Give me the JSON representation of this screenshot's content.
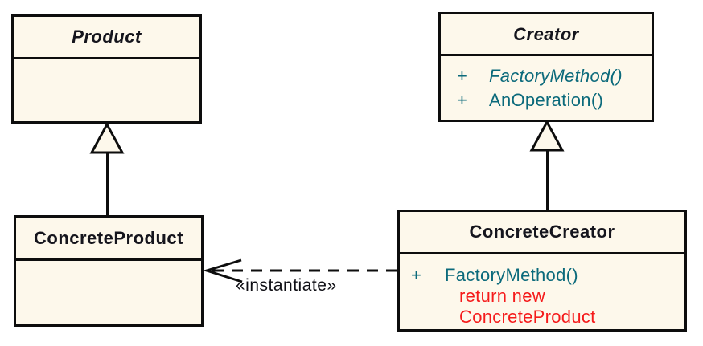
{
  "diagram": {
    "colors": {
      "background": "#FFFFFF",
      "box_fill": "#FDF8EB",
      "border": "#0D0D0D",
      "class_name_text": "#15151D",
      "method_text_teal": "#0B6A7B",
      "note_text_red": "#F51B1B",
      "stereotype_text": "#0E0E14"
    },
    "classes": [
      {
        "id": "product",
        "name": "Product",
        "abstract": true,
        "members": [],
        "notes": []
      },
      {
        "id": "creator",
        "name": "Creator",
        "abstract": true,
        "members": [
          {
            "visibility": "+",
            "text": "FactoryMethod()",
            "italic": true
          },
          {
            "visibility": "+",
            "text": "AnOperation()",
            "italic": false
          }
        ],
        "notes": []
      },
      {
        "id": "concrete-product",
        "name": "ConcreteProduct",
        "abstract": false,
        "members": [],
        "notes": []
      },
      {
        "id": "concrete-creator",
        "name": "ConcreteCreator",
        "abstract": false,
        "members": [
          {
            "visibility": "+",
            "text": "FactoryMethod()",
            "italic": false
          }
        ],
        "notes": [
          "return new",
          "ConcreteProduct"
        ]
      }
    ],
    "relationships": [
      {
        "type": "generalization",
        "from": "ConcreteProduct",
        "to": "Product",
        "stereotype": ""
      },
      {
        "type": "generalization",
        "from": "ConcreteCreator",
        "to": "Creator",
        "stereotype": ""
      },
      {
        "type": "dependency-dashed",
        "from": "ConcreteCreator",
        "to": "ConcreteProduct",
        "stereotype": "«instantiate»"
      }
    ]
  }
}
